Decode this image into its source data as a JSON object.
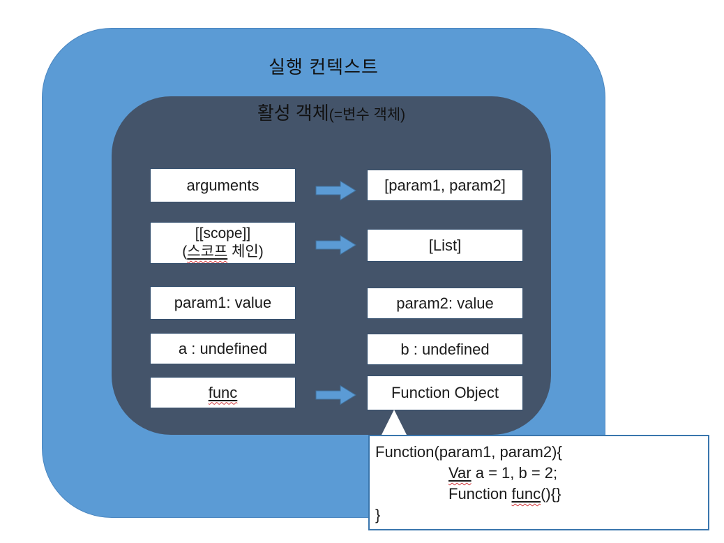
{
  "colors": {
    "outer_fill": "#5B9BD5",
    "inner_fill": "#44546A",
    "box_border": "#35506E",
    "callout_border": "#3A76AD",
    "arrow_fill": "#5B9BD5",
    "arrow_border": "#41719C",
    "misspell_wave": "#D13438",
    "text": "#1A1A1A"
  },
  "icons": {
    "flow_arrow": "right-arrow",
    "callout_tail": "up-pointing-triangle"
  },
  "outer": {
    "label": "실행 컨텍스트"
  },
  "inner": {
    "label_main": "활성 객체",
    "label_paren": "(=변수 객체)"
  },
  "boxes": {
    "arguments": "arguments",
    "params": "[param1, param2]",
    "scope_line1": "[[scope]]",
    "scope_open": "(",
    "scope_word": "스코프",
    "scope_rest": " 체인)",
    "list": "[List]",
    "param1": "param1: value",
    "param2": "param2: value",
    "a": "a : undefined",
    "b": "b : undefined",
    "func": "func",
    "function_object": "Function Object"
  },
  "callout": {
    "line1": "Function(param1, param2){",
    "line2_keyword": "Var",
    "line2_rest": " a = 1, b = 2;",
    "line3_prefix": "Function ",
    "line3_keyword": "func",
    "line3_rest": "(){}",
    "line4": "}"
  }
}
